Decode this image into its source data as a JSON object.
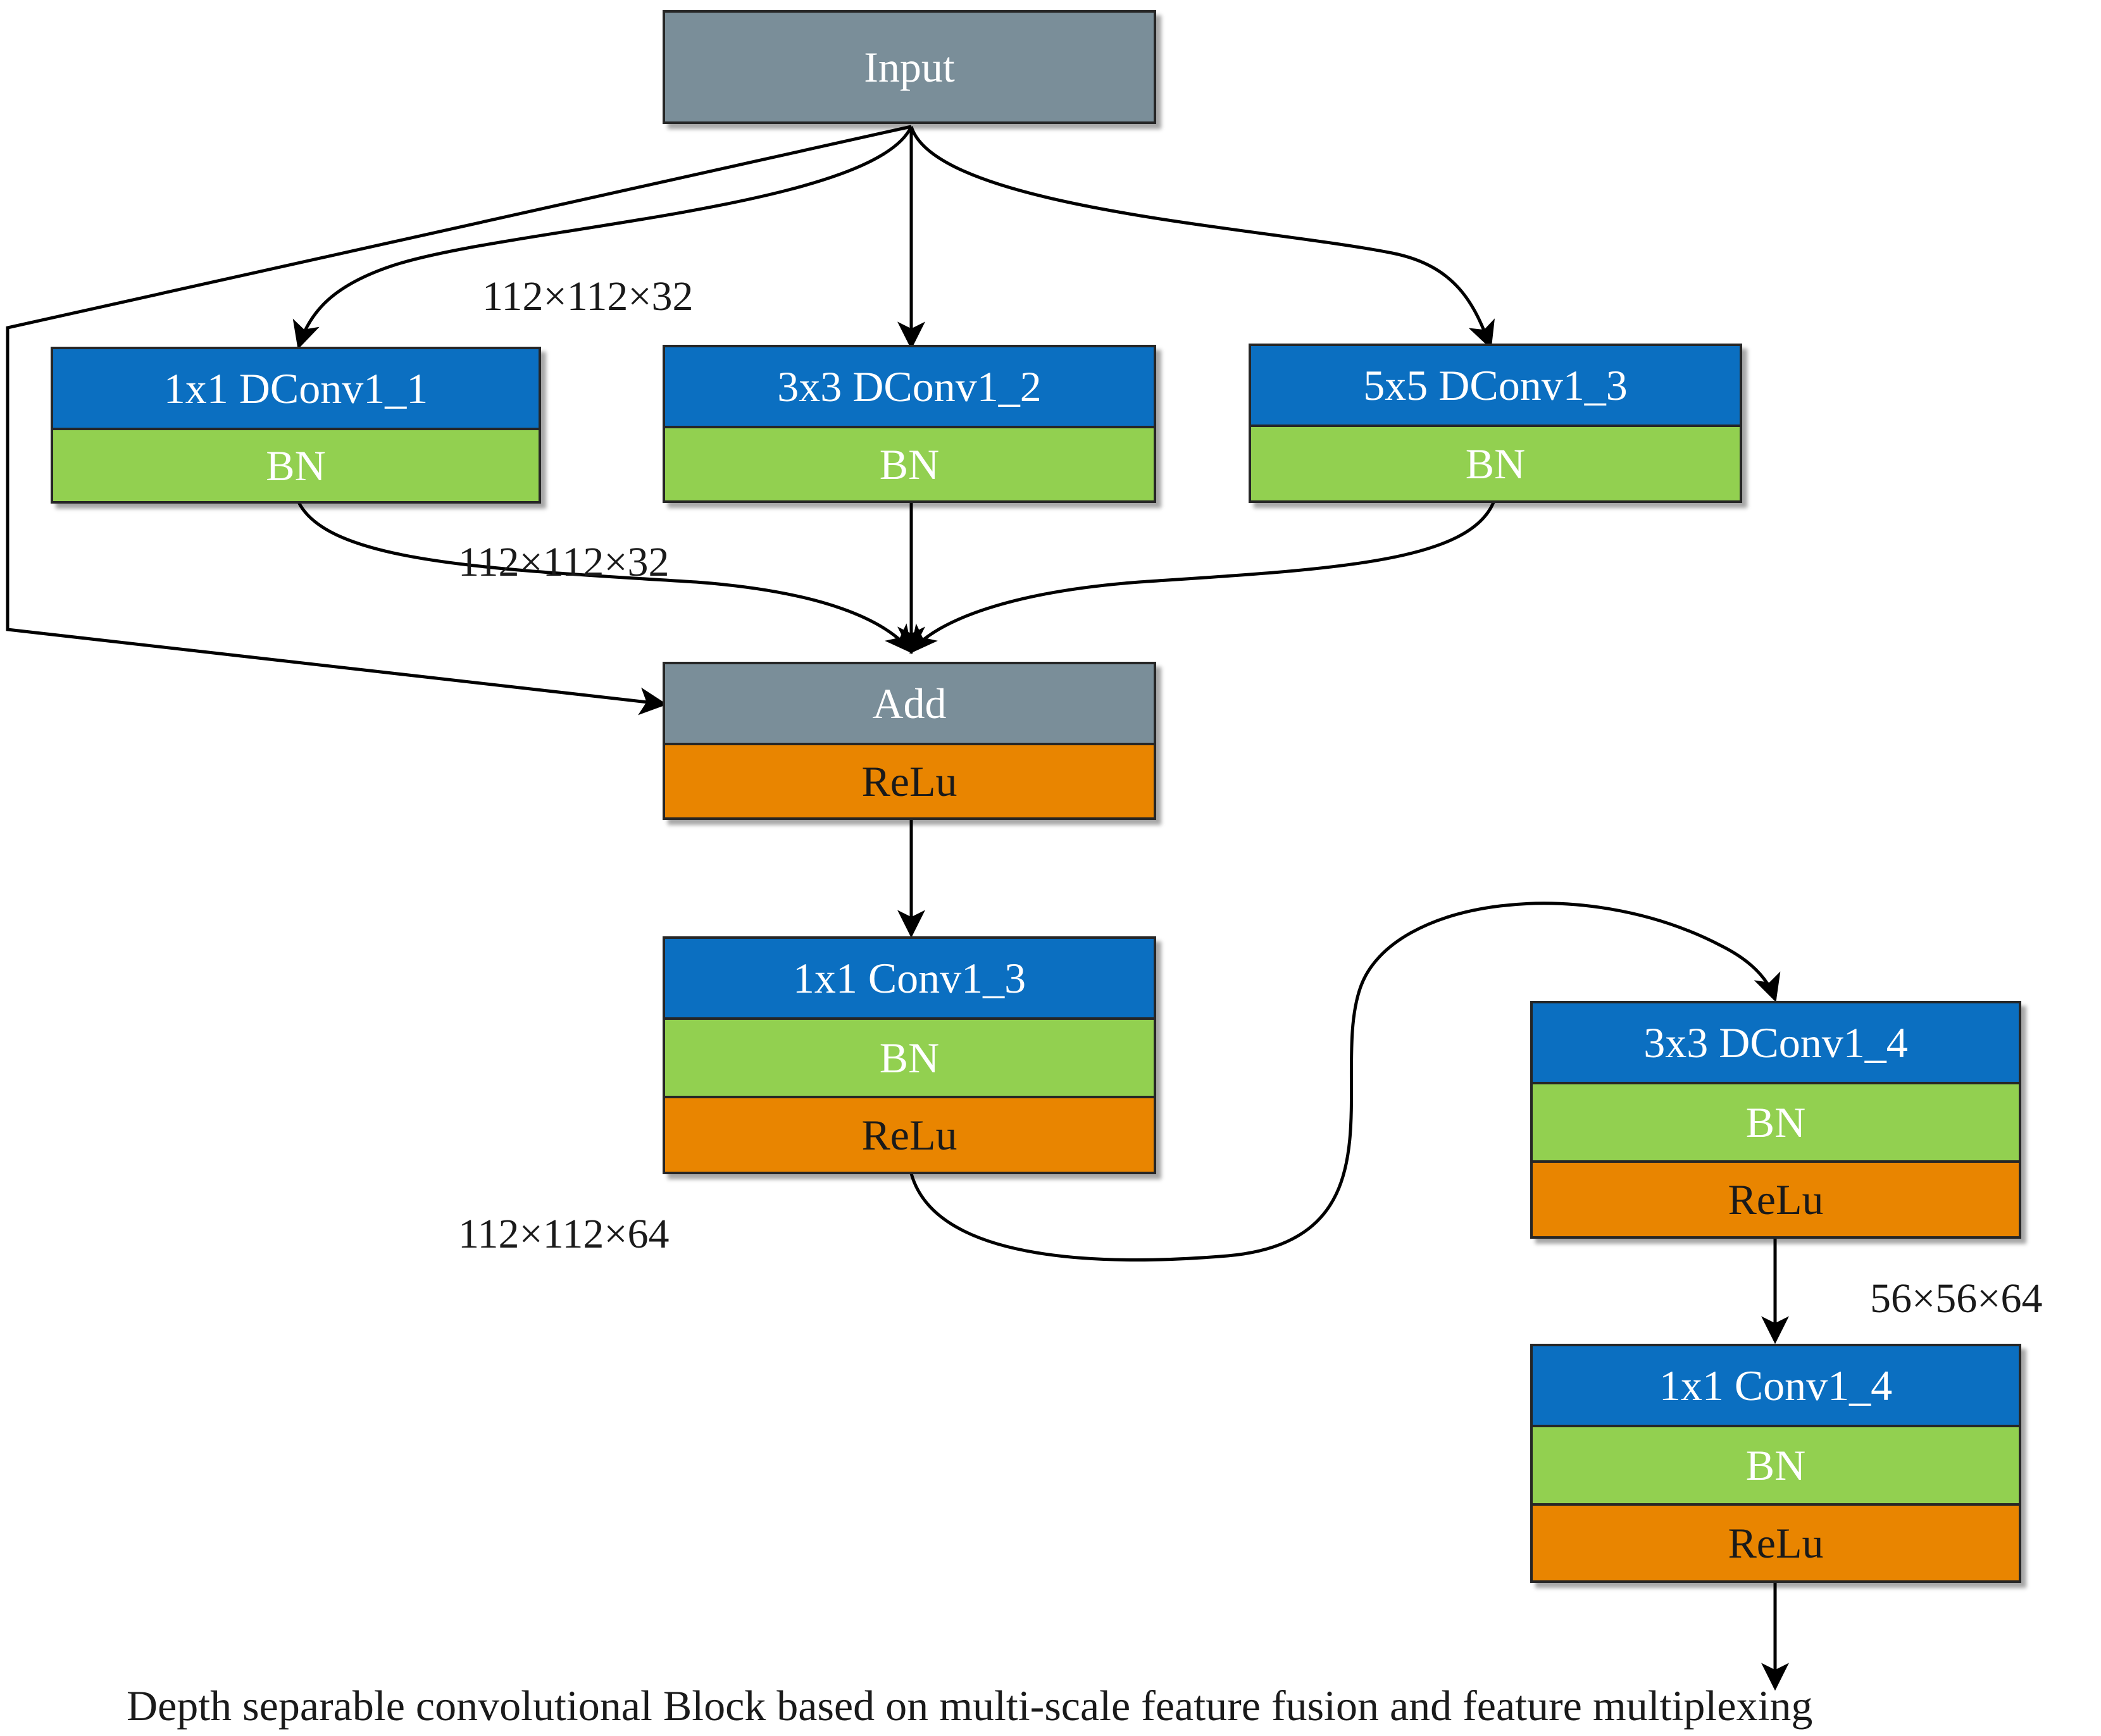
{
  "nodes": {
    "input": {
      "label": "Input"
    },
    "dconv1_1": {
      "conv": "1x1 DConv1_1",
      "bn": "BN"
    },
    "dconv1_2": {
      "conv": "3x3 DConv1_2",
      "bn": "BN"
    },
    "dconv1_3": {
      "conv": "5x5 DConv1_3",
      "bn": "BN"
    },
    "add": {
      "label": "Add",
      "relu": "ReLu"
    },
    "conv1_3": {
      "conv": "1x1 Conv1_3",
      "bn": "BN",
      "relu": "ReLu"
    },
    "dconv1_4": {
      "conv": "3x3 DConv1_4",
      "bn": "BN",
      "relu": "ReLu"
    },
    "conv1_4": {
      "conv": "1x1 Conv1_4",
      "bn": "BN",
      "relu": "ReLu"
    }
  },
  "dimensions": {
    "after_input": "112×112×32",
    "after_branches": "112×112×32",
    "after_conv1_3": "112×112×64",
    "after_dconv1_4": "56×56×64"
  },
  "caption": "Depth separable  convolutional Block based  on multi-scale feature  fusion and  feature multiplexing",
  "colors": {
    "io_gray": "#7a8e99",
    "conv_blue": "#0b6fc1",
    "bn_green": "#92d050",
    "relu_orange": "#e98500"
  }
}
